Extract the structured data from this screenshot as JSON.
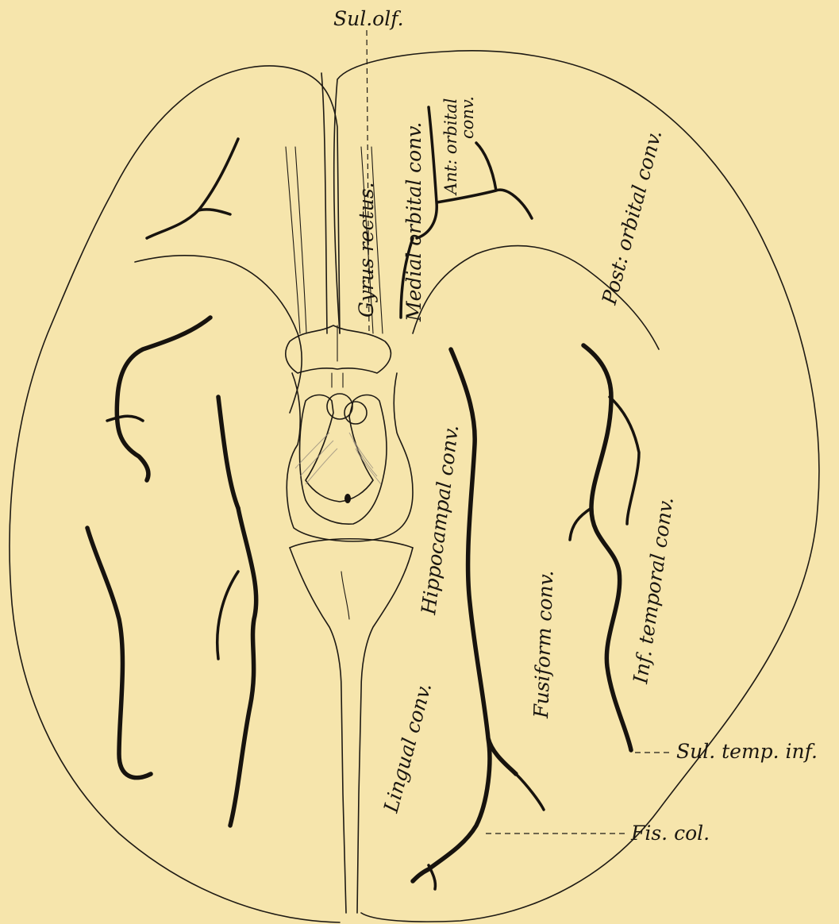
{
  "labels": {
    "sul_olf": "Sul.olf.",
    "gyrus_rectus": "Gyrus rectus.",
    "medial_orbital": "Medial orbital conv.",
    "ant_orbital_1": "Ant: orbital",
    "ant_orbital_2": "conv.",
    "post_orbital": "Post: orbital conv.",
    "hippocampal": "Hippocampal conv.",
    "fusiform": "Fusiform conv.",
    "inf_temporal": "Inf. temporal conv.",
    "lingual": "Lingual conv.",
    "sul_temp_inf": "Sul. temp. inf.",
    "fis_col": "Fis. col."
  },
  "colors": {
    "paper": "#f6e5ac",
    "ink": "#1e1a14"
  }
}
